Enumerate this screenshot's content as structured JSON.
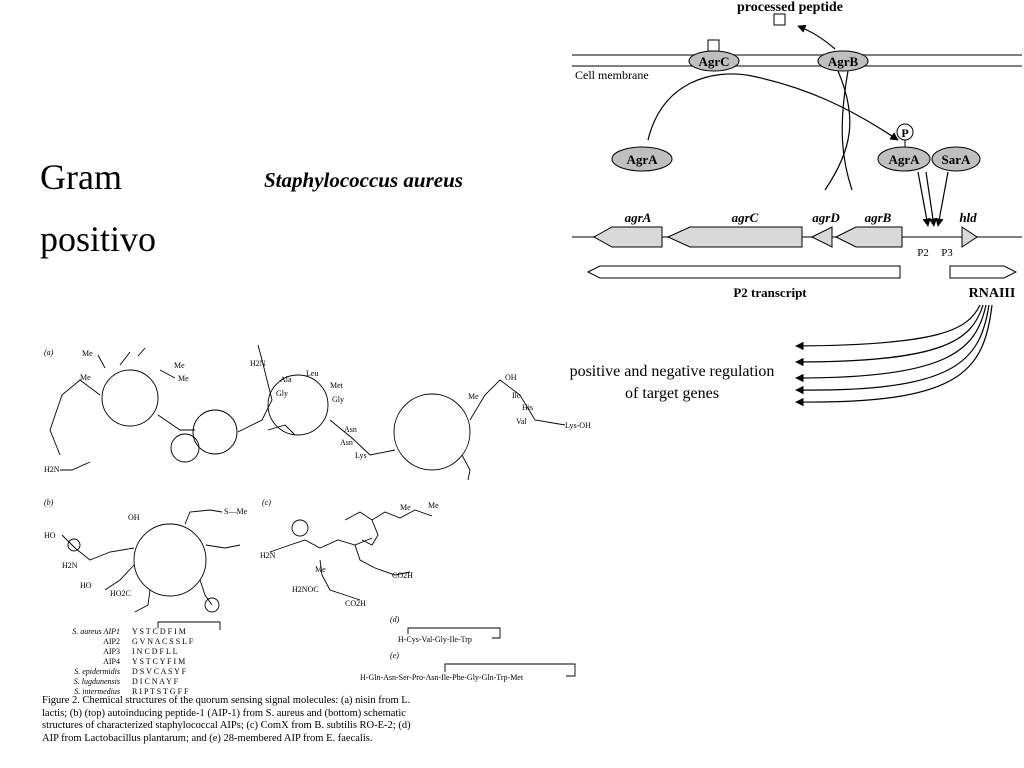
{
  "slide": {
    "title_line1": "Gram",
    "title_line2": "positivo",
    "organism": "Staphylococcus aureus"
  },
  "agr_diagram": {
    "processed_peptide": "processed peptide",
    "cell_membrane": "Cell membrane",
    "proteins": {
      "agrc": "AgrC",
      "agrb": "AgrB",
      "agra_left": "AgrA",
      "agra_right": "AgrA",
      "sara": "SarA",
      "phospho": "P"
    },
    "genes": {
      "agra": "agrA",
      "agrc": "agrC",
      "agrd": "agrD",
      "agrb": "agrB",
      "hld": "hld"
    },
    "promoters": {
      "p2": "P2",
      "p3": "P3"
    },
    "p2_transcript": "P2 transcript",
    "rnaiii": "RNAIII",
    "regulation_line1": "positive and negative regulation",
    "regulation_line2": "of target genes"
  },
  "structures": {
    "panel_a": "(a)",
    "panel_b": "(b)",
    "panel_c": "(c)",
    "panel_d": "(d)",
    "panel_e": "(e)",
    "labels_a": {
      "me1": "Me",
      "me2": "Me",
      "me3": "Me",
      "me4": "Me",
      "h2n": "H2N",
      "h2n2": "H2N",
      "ala": "Ala",
      "leu": "Leu",
      "met": "Met",
      "gly1": "Gly",
      "gly2": "Gly",
      "asn": "Asn",
      "oh": "OH",
      "ile": "Ile",
      "his": "His",
      "val": "Val",
      "lys": "Lys",
      "lysoh": "Lys-OH",
      "asnb": "Asn",
      "me5": "Me"
    },
    "labels_b": {
      "ho": "HO",
      "oh": "OH",
      "h2n": "H2N",
      "sme": "S—Me",
      "ho2c": "HO2C",
      "hoo": "HO"
    },
    "labels_c": {
      "me1": "Me",
      "me2": "Me",
      "h2n": "H2N",
      "me3": "Me",
      "co2h": "CO2H",
      "h2noc": "H2NOC",
      "co2h2": "CO2H"
    },
    "aip_table": [
      {
        "species": "S. aureus AIP1",
        "seq": "Y S T C D F I M"
      },
      {
        "species": "AIP2",
        "seq": "G V N A C S S L F"
      },
      {
        "species": "AIP3",
        "seq": "I N C D F L L"
      },
      {
        "species": "AIP4",
        "seq": "Y S T C Y F I M"
      },
      {
        "species": "S. epidermidis",
        "seq": "D S V C A S Y F"
      },
      {
        "species": "S. lugdunensis",
        "seq": "D I C N A Y F"
      },
      {
        "species": "S. intermedius",
        "seq": "R I P T S T G F F"
      }
    ],
    "seq_d": "H-Cys-Val-Gly-Ile-Trp",
    "seq_e": "H-Gln-Asn-Ser-Pro-Asn-Ile-Phe-Gly-Gln-Trp-Met",
    "caption": "Figure 2. Chemical structures of the quorum sensing signal molecules: (a) nisin from L. lactis; (b) (top) autoinducing peptide-1 (AIP-1) from S. aureus and (bottom) schematic structures of characterized staphylococcal AIPs; (c) ComX from B. subtilis RO-E-2; (d) AIP from Lactobacillus plantarum; and (e) 28-membered AIP from E. faecalis."
  }
}
